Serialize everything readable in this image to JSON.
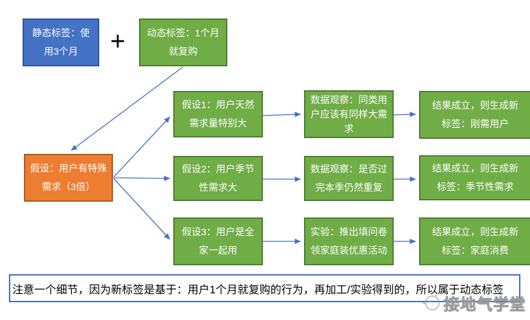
{
  "palette": {
    "blue_fill": "#4472C4",
    "blue_border": "#2F5597",
    "green_fill": "#70AD47",
    "green_border": "#507E32",
    "orange_fill": "#ED7D31",
    "orange_border": "#AE5A21",
    "arrow_color": "#4472C4",
    "note_border": "#4472C4",
    "node_text": "#FFFFFF",
    "note_text": "#000000"
  },
  "operator": {
    "plus": "+"
  },
  "nodes": {
    "static_label": {
      "text": "静态标签：使\n用3个月"
    },
    "dynamic_label": {
      "text": "动态标签：1个月\n就复购"
    },
    "hypothesis_root": {
      "text": "假设：用户有特殊\n需求（3倍）"
    },
    "hypothesis_1": {
      "text": "假设1：用户天然\n需求量特别大"
    },
    "hypothesis_2": {
      "text": "假设2：用户季节\n性需求大"
    },
    "hypothesis_3": {
      "text": "假设3：用户是全\n家一起用"
    },
    "observation_1": {
      "text": "数据观察：同类用\n户应该有同样大需\n求"
    },
    "observation_2": {
      "text": "数据观察：是否过\n完本季仍然重复"
    },
    "experiment_3": {
      "text": "实验：推出填问卷\n领家庭装优惠活动"
    },
    "result_1": {
      "text": "结果成立，则生成新\n标签：刚需用户"
    },
    "result_2": {
      "text": "结果成立，则生成新\n标签：季节性需求"
    },
    "result_3": {
      "text": "结果成立，则生成新\n标签：家庭消费"
    }
  },
  "note": {
    "text": "注意一个细节，因为新标签是基于：用户1个月就复购的行为，再加工/实验得到的，所以属于动态标签"
  },
  "watermark": {
    "text": "接地气学堂",
    "logo": "chick-face-logo"
  }
}
